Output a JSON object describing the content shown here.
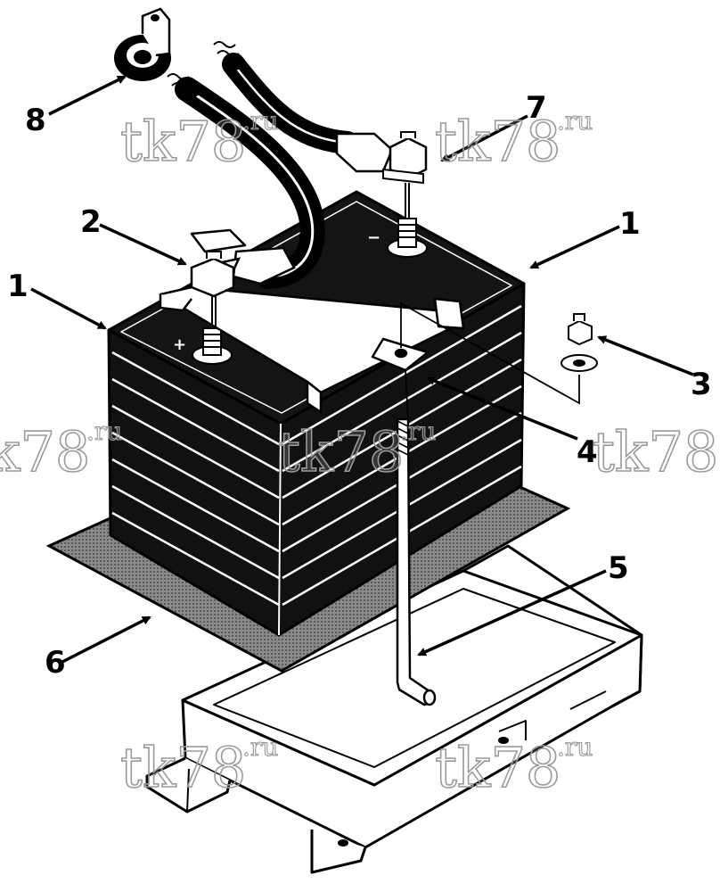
{
  "callouts": {
    "battery_right": "1",
    "battery_left": "1",
    "terminal_clamp": "2",
    "nut_washer": "3",
    "hold_down_bracket": "4",
    "j_bolt": "5",
    "pad": "6",
    "negative_cable": "7",
    "grommet": "8"
  },
  "terminals": {
    "positive": "+",
    "negative": "−"
  },
  "watermark": {
    "main": "tk78",
    "suffix": ".ru"
  },
  "colors": {
    "ink": "#000000",
    "paper": "#ffffff",
    "pad": "#7a7a7a",
    "watermark": "#9a9a9a"
  }
}
